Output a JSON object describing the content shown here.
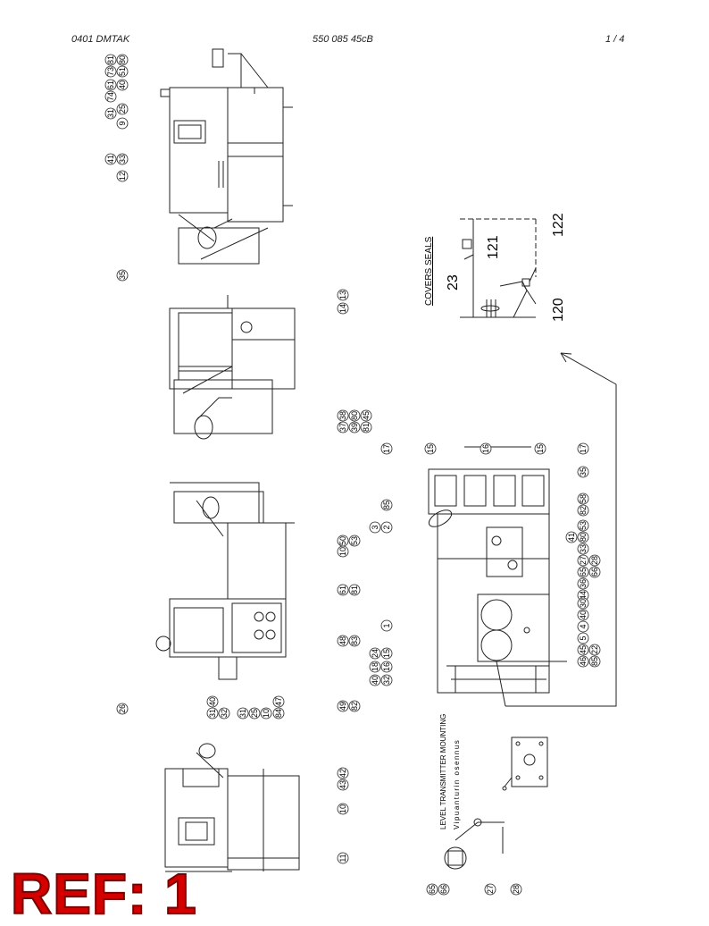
{
  "header": {
    "left": "0401 DMTAK",
    "center": "550 085 45cB",
    "right": "1 /  4"
  },
  "reference_stamp": "REF: 1",
  "detail_labels": {
    "covers_seals": "COVERS SEALS",
    "level_transmitter_en": "LEVEL TRANSMITTER MOUNTING",
    "level_transmitter_fi": "Vipuanturin  osennus"
  },
  "seal_detail_numbers": [
    "23",
    "121",
    "122",
    "120"
  ],
  "callouts": {
    "view1": [
      "81",
      "73",
      "61",
      "74",
      "80",
      "51",
      "40",
      "31",
      "25",
      "9",
      "41",
      "33",
      "12",
      "35"
    ],
    "view2": [
      "13",
      "14",
      "38",
      "37",
      "80",
      "39",
      "45",
      "81"
    ],
    "view3": [
      "26",
      "50",
      "10",
      "53",
      "61",
      "81",
      "48",
      "83",
      "31",
      "32",
      "40",
      "31",
      "25",
      "10",
      "84",
      "47",
      "49",
      "82"
    ],
    "view4": [
      "42",
      "43",
      "10",
      "11"
    ],
    "top_view": [
      "17",
      "15",
      "16",
      "15",
      "17",
      "85",
      "3",
      "2",
      "35",
      "58",
      "82",
      "53",
      "80",
      "33",
      "41",
      "1",
      "27",
      "65",
      "28",
      "66",
      "36",
      "44",
      "30",
      "40",
      "4",
      "5",
      "45",
      "46",
      "22",
      "85",
      "24",
      "18",
      "15",
      "16",
      "40",
      "32"
    ],
    "level": [
      "65",
      "66",
      "27",
      "28"
    ]
  }
}
